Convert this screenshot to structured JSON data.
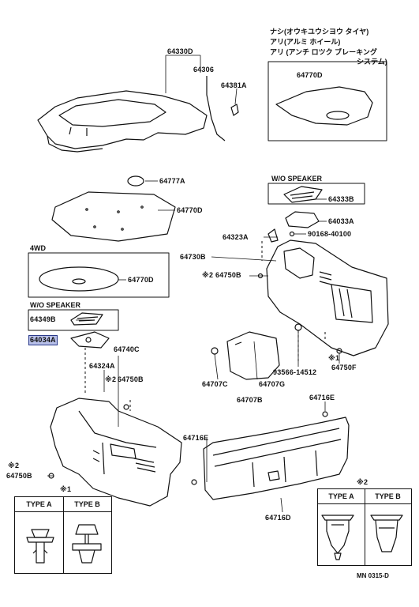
{
  "notes": {
    "line1": "ナシ(オウキユウシヨウ タイヤ)",
    "line2": "アリ(アルミ ホイール)",
    "line3": "アリ (アンチ ロツク ブレーキング",
    "line4": "システム)"
  },
  "sections": {
    "wo_speaker_right": "W/O SPEAKER",
    "fourwd": "4WD",
    "wo_speaker_left": "W/O SPEAKER"
  },
  "parts": {
    "p64330D": "64330D",
    "p64306": "64306",
    "p64381A": "64381A",
    "p64770D_top": "64770D",
    "p64777A": "64777A",
    "p64770D_mid": "64770D",
    "p64770D_4wd": "64770D",
    "p64333B": "64333B",
    "p64033A": "64033A",
    "p64323A": "64323A",
    "p90168": "90168-40100",
    "p64730B": "64730B",
    "p64750B_r": "64750B",
    "p64349B": "64349B",
    "p64034A": "64034A",
    "p64740C": "64740C",
    "p64324A": "64324A",
    "p64750B_l": "64750B",
    "p64707C": "64707C",
    "p64707G": "64707G",
    "p64707B": "64707B",
    "p93566": "93566-14512",
    "p64750F": "64750F",
    "p64716E_r": "64716E",
    "p64716E_l": "64716E",
    "p64750B_bl": "64750B",
    "p64716D": "64716D"
  },
  "marks": {
    "m1_r": "※2",
    "m2_l": "※2",
    "m3_bl": "※2",
    "m4_f": "※1"
  },
  "legend1": {
    "mark": "※1",
    "type_a": "TYPE A",
    "type_b": "TYPE B"
  },
  "legend2": {
    "mark": "※2",
    "type_a": "TYPE A",
    "type_b": "TYPE B"
  },
  "footer": "MN 0315-D"
}
